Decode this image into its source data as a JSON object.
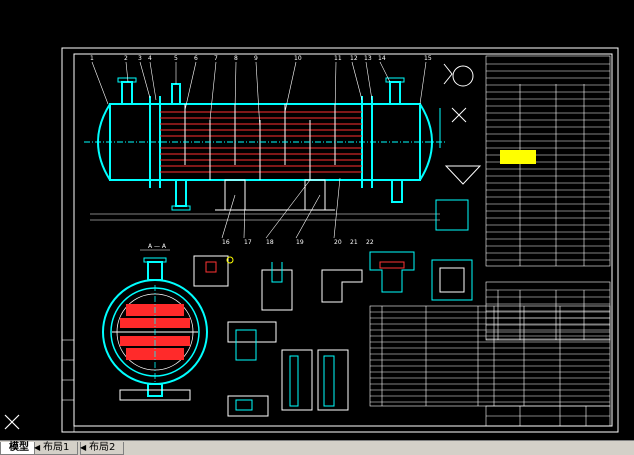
{
  "tabs": [
    {
      "label": "模型",
      "active": true
    },
    {
      "label": "布局1",
      "active": false
    },
    {
      "label": "布局2",
      "active": false
    }
  ],
  "icons": {
    "ucs": "ucs-cross-icon",
    "nav": "tab-nav-arrow-icon"
  },
  "colors": {
    "background": "#000000",
    "border": "#ffffff",
    "shell": "#00ffff",
    "tubes": "#ff2020",
    "baffles": "#ffffff",
    "highlight": "#ffff00",
    "leaders": "#00ff00"
  },
  "drawing": {
    "view_a_label": "A — A",
    "balloon_numbers": [
      "1",
      "2",
      "3",
      "4",
      "5",
      "6",
      "7",
      "8",
      "9",
      "10",
      "11",
      "12",
      "13",
      "14",
      "15",
      "16",
      "17",
      "18",
      "19",
      "20",
      "21",
      "22"
    ]
  }
}
